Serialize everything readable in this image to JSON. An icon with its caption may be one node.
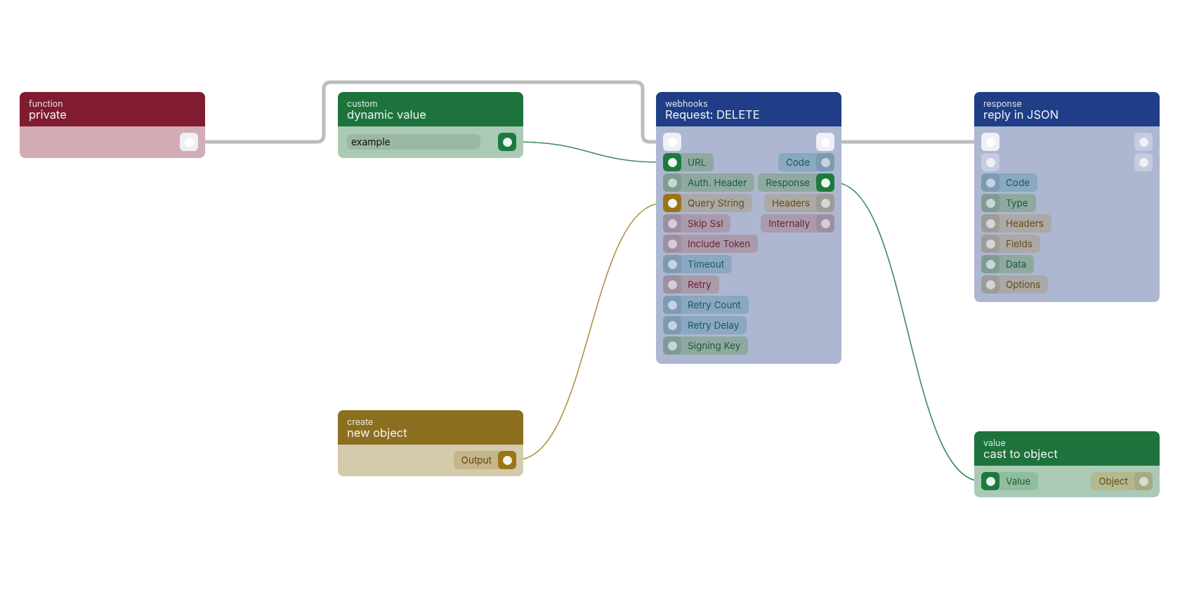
{
  "diagram": {
    "nodes": [
      {
        "text": [
          "function",
          "private"
        ]
      },
      {
        "text": [],
        "shape": "box",
        "in": 0
      },
      {
        "text": [
          "custom",
          "dynamic value"
        ]
      },
      {
        "text": [
          "example"
        ],
        "in": 2
      },
      {
        "text": [],
        "shape": "box",
        "in": 2
      },
      {
        "text": [
          "webhooks",
          "Request: DELETE"
        ]
      },
      {
        "text": [],
        "shape": "box",
        "in": 5
      },
      {
        "text": [],
        "shape": "box",
        "in": 5
      },
      {
        "text": [
          "URL"
        ],
        "in": 5
      },
      {
        "text": [
          "Code"
        ],
        "in": 5
      },
      {
        "text": [
          "Auth. Header"
        ],
        "in": 5
      },
      {
        "text": [
          "Response"
        ],
        "in": 5
      },
      {
        "text": [
          "Query String"
        ],
        "in": 5
      },
      {
        "text": [
          "Headers"
        ],
        "in": 5
      },
      {
        "text": [
          "Skip Ssl"
        ],
        "in": 5
      },
      {
        "text": [
          "Internally"
        ],
        "in": 5
      },
      {
        "text": [
          "Include Token"
        ],
        "in": 5
      },
      {
        "text": [
          "Timeout"
        ],
        "in": 5
      },
      {
        "text": [
          "Retry"
        ],
        "in": 5
      },
      {
        "text": [
          "Retry Count"
        ],
        "in": 5
      },
      {
        "text": [
          "Retry Delay"
        ],
        "in": 5
      },
      {
        "text": [
          "Signing Key"
        ],
        "in": 5
      },
      {
        "text": [
          "response",
          "reply in JSON"
        ]
      },
      {
        "text": [],
        "shape": "box",
        "in": 22
      },
      {
        "text": [],
        "shape": "box",
        "in": 22
      },
      {
        "text": [],
        "shape": "box",
        "in": 22
      },
      {
        "text": [],
        "shape": "box",
        "in": 22
      },
      {
        "text": [
          "Code"
        ],
        "in": 22
      },
      {
        "text": [
          "Type"
        ],
        "in": 22
      },
      {
        "text": [
          "Headers"
        ],
        "in": 22
      },
      {
        "text": [
          "Fields"
        ],
        "in": 22
      },
      {
        "text": [
          "Data"
        ],
        "in": 22
      },
      {
        "text": [
          "Options"
        ],
        "in": 22
      },
      {
        "text": [
          "create",
          "new object"
        ]
      },
      {
        "text": [
          "Output"
        ],
        "in": 33
      },
      {
        "text": [
          "value",
          "cast to object"
        ]
      },
      {
        "text": [
          "Value"
        ],
        "in": 35
      },
      {
        "text": [
          "Object"
        ],
        "in": 35
      }
    ],
    "edges": [
      {
        "from": 1,
        "to": 6,
        "arrow": "none",
        "style": "thick",
        "color": "#bdbdbd"
      },
      {
        "from": 7,
        "to": 23,
        "arrow": "none",
        "style": "thick",
        "color": "#bdbdbd"
      },
      {
        "from": 4,
        "to": 8,
        "arrow": "none",
        "color": "#3d8c5a"
      },
      {
        "from": 11,
        "to": 36,
        "arrow": "none",
        "color": "#3d8c5a"
      },
      {
        "from": 34,
        "to": 12,
        "arrow": "none",
        "color": "#b39144"
      }
    ]
  }
}
